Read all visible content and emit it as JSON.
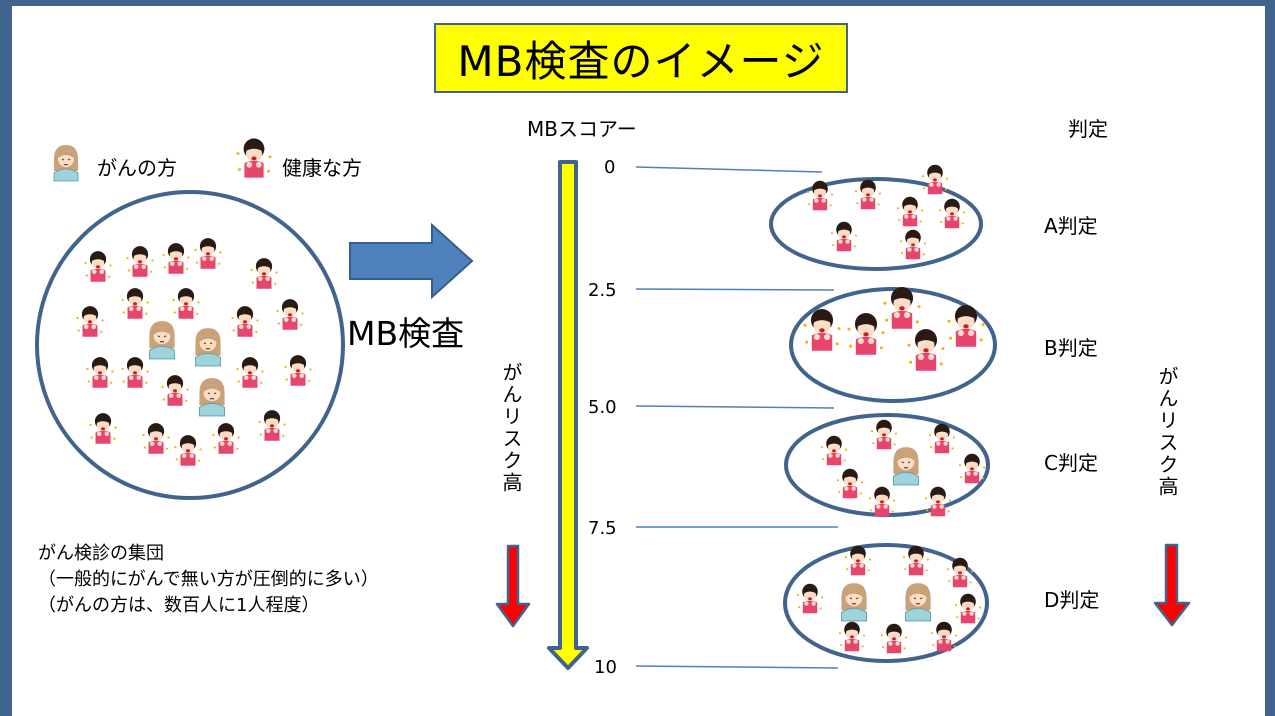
{
  "title": "MB検査のイメージ",
  "legend": {
    "cancer_label": "がんの方",
    "healthy_label": "健康な方"
  },
  "arrow_label": "MB検査",
  "score_header": "MBスコアー",
  "judgement_header": "判定",
  "score_ticks": [
    "0",
    "2.5",
    "5.0",
    "7.5",
    "10"
  ],
  "risk_label": "がんリスク高",
  "groups": [
    {
      "label": "A判定",
      "cancer_count": 0
    },
    {
      "label": "B判定",
      "cancer_count": 0
    },
    {
      "label": "C判定",
      "cancer_count": 1
    },
    {
      "label": "D判定",
      "cancer_count": 2
    }
  ],
  "population_caption": {
    "line1": "がん検診の集団",
    "line2": "（一般的にがんで無い方が圧倒的に多い）",
    "line3": "（がんの方は、数百人に1人程度）"
  },
  "colors": {
    "frame": "#41648f",
    "title_bg": "#ffff00",
    "arrow_blue": "#4f81bd",
    "score_bar": "#ffff00",
    "risk_arrow": "#ff0000",
    "healthy_person": "#e8456e",
    "cancer_person": "#9fd3dc"
  }
}
